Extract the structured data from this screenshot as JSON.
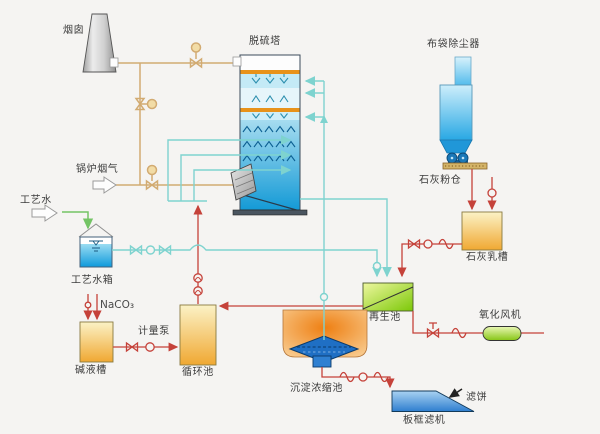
{
  "diagram": {
    "labels": {
      "chimney": "烟囱",
      "desulfurization_tower": "脱硫塔",
      "bag_dust_collector": "布袋除尘器",
      "boiler_flue_gas": "锅炉烟气",
      "process_water": "工艺水",
      "process_water_tank": "工艺水箱",
      "naco3_feed": "NaCO₃",
      "metering_pump": "计量泵",
      "alkali_tank": "碱液槽",
      "circulation_pool": "循环池",
      "lime_powder_silo": "石灰粉仓",
      "lime_milk_tank": "石灰乳槽",
      "regeneration_pool": "再生池",
      "oxidation_fan": "氧化风机",
      "sedimentation_thickener": "沉淀浓缩池",
      "filter_cake": "滤饼",
      "plate_frame_filter": "板框滤机"
    },
    "colors": {
      "background": "#f5f4f2",
      "flue_gas_pipe": "#d2ab72",
      "slurry_pipe": "#7ed3cf",
      "reagent_pipe": "#c5423a",
      "water_inlet_pipe": "#74c465",
      "tower_blue": "#149ad6",
      "tray_orange": "#e8921a",
      "tank_yellow": "#f0a832",
      "pool_green": "#7cc808",
      "thickener_orange": "#ef8a1c"
    }
  }
}
